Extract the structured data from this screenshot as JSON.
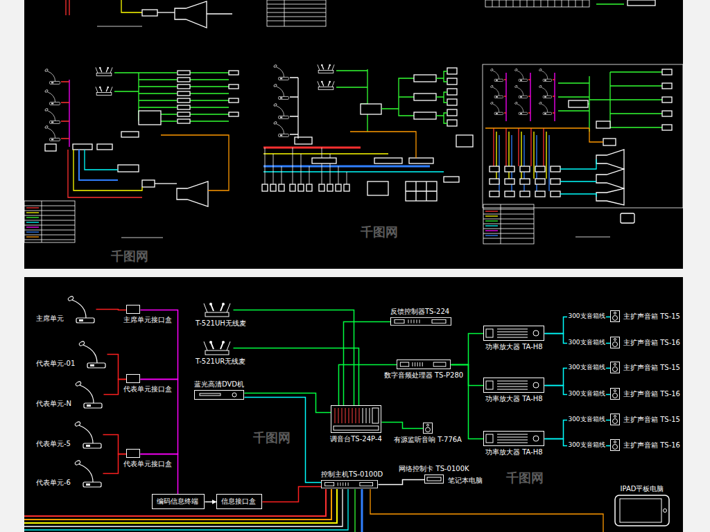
{
  "diagram": {
    "nodes": [
      {
        "text": [
          "主席单元"
        ]
      },
      {
        "text": [
          "代表单元-01"
        ]
      },
      {
        "text": [
          "代表单元-N"
        ]
      },
      {
        "text": [
          "代表单元-5"
        ]
      },
      {
        "text": [
          "代表单元-6"
        ]
      },
      {
        "text": [
          "主席单元接口盒"
        ]
      },
      {
        "text": [
          "代表单元接口盒"
        ]
      },
      {
        "text": [
          "代表单元接口盒"
        ]
      },
      {
        "text": [
          "编码信息终端"
        ]
      },
      {
        "text": [
          "信息接口盒"
        ]
      },
      {
        "text": [
          "T-521UH无线麦"
        ]
      },
      {
        "text": [
          "T-521UR无线麦"
        ]
      },
      {
        "text": [
          "蓝光高清DVD机"
        ]
      },
      {
        "text": [
          "调音台TS-24P-4"
        ]
      },
      {
        "text": [
          "有源监听音响 T-776A"
        ]
      },
      {
        "text": [
          "反馈控制器TS-224"
        ]
      },
      {
        "text": [
          "数字音频处理器 TS-P280"
        ]
      },
      {
        "text": [
          "功率放大器 TA-H8"
        ]
      },
      {
        "text": [
          "功率放大器 TA-H8"
        ]
      },
      {
        "text": [
          "功率放大器 TA-H8"
        ]
      },
      {
        "text": [
          "主扩声音箱 TS-15"
        ]
      },
      {
        "text": [
          "主扩声音箱 TS-16"
        ]
      },
      {
        "text": [
          "主扩声音箱 TS-15"
        ]
      },
      {
        "text": [
          "主扩声音箱 TS-16"
        ]
      },
      {
        "text": [
          "主扩声音箱 TS-15"
        ]
      },
      {
        "text": [
          "主扩声音箱 TS-16"
        ]
      },
      {
        "text": [
          "控制主机TS-0100D"
        ]
      },
      {
        "text": [
          "网络控制卡 TS-0100K"
        ]
      },
      {
        "text": [
          "IPAD平板电脑"
        ]
      }
    ],
    "edges": [
      {
        "from": 0,
        "to": 5,
        "arrow": "none"
      },
      {
        "from": 1,
        "to": 6,
        "arrow": "none"
      },
      {
        "from": 2,
        "to": 6,
        "arrow": "none"
      },
      {
        "from": 3,
        "to": 7,
        "arrow": "none"
      },
      {
        "from": 4,
        "to": 7,
        "arrow": "none"
      },
      {
        "from": 5,
        "to": 6,
        "arrow": "none"
      },
      {
        "from": 6,
        "to": 7,
        "arrow": "none"
      },
      {
        "from": 7,
        "to": 8,
        "arrow": "none"
      },
      {
        "from": 8,
        "to": 9,
        "arrow": "to"
      },
      {
        "from": 9,
        "to": 26,
        "arrow": "none"
      },
      {
        "from": 10,
        "to": 13,
        "arrow": "none"
      },
      {
        "from": 11,
        "to": 13,
        "arrow": "none"
      },
      {
        "from": 12,
        "to": 13,
        "arrow": "none"
      },
      {
        "from": 12,
        "to": 26,
        "arrow": "none"
      },
      {
        "from": 13,
        "to": 14,
        "arrow": "none"
      },
      {
        "from": 13,
        "to": 15,
        "arrow": "none"
      },
      {
        "from": 13,
        "to": 16,
        "arrow": "none"
      },
      {
        "from": 16,
        "to": 17,
        "arrow": "none"
      },
      {
        "from": 16,
        "to": 18,
        "arrow": "none"
      },
      {
        "from": 16,
        "to": 19,
        "arrow": "none"
      },
      {
        "from": 17,
        "to": 20,
        "label": "300支音箱线",
        "arrow": "none"
      },
      {
        "from": 17,
        "to": 21,
        "label": "300支音箱线",
        "arrow": "none"
      },
      {
        "from": 18,
        "to": 22,
        "label": "300支音箱线",
        "arrow": "none"
      },
      {
        "from": 18,
        "to": 23,
        "label": "300支音箱线",
        "arrow": "none"
      },
      {
        "from": 19,
        "to": 24,
        "label": "300支音箱线",
        "arrow": "none"
      },
      {
        "from": 19,
        "to": 25,
        "label": "300支音箱线",
        "arrow": "none"
      },
      {
        "from": 26,
        "to": 27,
        "arrow": "none"
      }
    ],
    "labels": [
      "笔记本电脑",
      "千图网",
      "千图网",
      "千图网",
      "千图网"
    ]
  }
}
